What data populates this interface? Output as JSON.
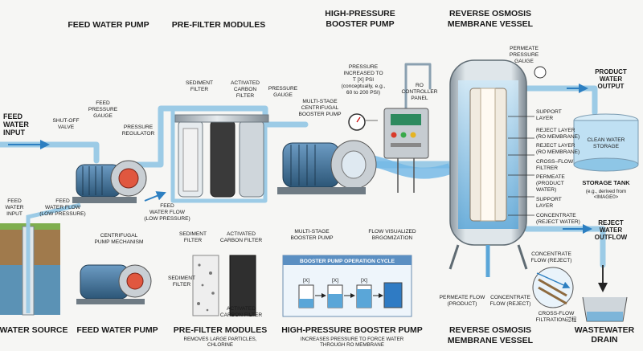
{
  "headers": {
    "feed_water_pump": "FEED WATER PUMP",
    "pre_filter_modules": "PRE-FILTER MODULES",
    "booster_1": "HIGH-PRESSURE",
    "booster_2": "BOOSTER PUMP",
    "ro_1": "REVERSE OSMOSIS",
    "ro_2": "MEMBRANE VESSEL"
  },
  "labels": {
    "feed_water_input": [
      "FEED",
      "WATER",
      "INPUT"
    ],
    "shutoff_valve": [
      "SHUT-OFF",
      "VALVE"
    ],
    "feed_pressure_gauge": [
      "FEED",
      "PRESSURE",
      "GAUGE"
    ],
    "pressure_regulator": [
      "PRESSURE",
      "REGULATOR"
    ],
    "sediment_filter": [
      "SEDIMENT",
      "FILTER"
    ],
    "activated_carbon_filter": [
      "ACTIVATED",
      "CARBON",
      "FILTER"
    ],
    "pressure_gauge": [
      "PRESSURE",
      "GAUGE"
    ],
    "multistage_pump": [
      "MULTI-STAGE",
      "CENTRIFUGAL",
      "BOOSTER PUMP"
    ],
    "pressure_increased": [
      "PRESSURE",
      "INCREASED TO",
      "T [X] PSI",
      "(conceptually, e.g.,",
      "60 to 200 PSI)"
    ],
    "ro_controller": [
      "RO",
      "CONTROLLER",
      "PANEL"
    ],
    "permeate_pressure_gauge": [
      "PERMEATE",
      "PRESSURE",
      "GAUGE"
    ],
    "product_water_output": [
      "PRODUCT",
      "WATER",
      "OUTPUT"
    ],
    "clean_water_storage": [
      "CLEAN WATER",
      "STORAGE"
    ],
    "storage_tank": "STORAGE TANK",
    "storage_tank_note": [
      "(e.g., derived from",
      "<IMAGE0>"
    ],
    "support_layer_1": [
      "SUPPORT",
      "LAYER"
    ],
    "reject_layer_1": [
      "REJECT LAYER",
      "(RO MEMBRANE)"
    ],
    "reject_layer_2": [
      "REJECT LAYER",
      "(RO MEMBRANE)"
    ],
    "crossflow_filter": [
      "CROSS–FLOW",
      "FILTRER"
    ],
    "permeate_product": [
      "PERMEATE",
      "(PRODUCT",
      "WATER)"
    ],
    "support_layer_2": [
      "SUPPORT",
      "LAYER"
    ],
    "concentrate_reject": [
      "CONCENTRATE",
      "(REJECT WATER)"
    ],
    "reject_water_outflow": [
      "REJECT",
      "WATER",
      "OUTFLOW"
    ],
    "concentrate_flow": [
      "CONCENTRATE",
      "FLOW (REJECT)"
    ],
    "crossflow_filtration": [
      "CROSS-FLOW",
      "FILTRATION过程"
    ],
    "permeate_flow": [
      "PERMEATE FLOW",
      "(PRODUCT)"
    ],
    "concentrate_flow_bottom": [
      "CONCENTRATE",
      "FLOW (REJECT)"
    ],
    "feed_water_input_well": [
      "FEED",
      "WATER",
      "INPUT"
    ],
    "feed_water_flow_low": [
      "FEED",
      "WATER FLOW",
      "(LOW PRESSURE)"
    ],
    "centrifugal_mechanism": [
      "CENTRIFUGAL",
      "PUMP MECHANISM"
    ],
    "feed_water_flow_low_2": [
      "FEED",
      "WATER FLOW",
      "(LOW PRESSURE)"
    ],
    "sediment_filter_2": [
      "SEDIMENT",
      "FILTER"
    ],
    "activated_carbon_2": [
      "ACTIVATED",
      "CARBON FILTER"
    ],
    "sediment_filter_3": [
      "SEDIMENT",
      "FILTER"
    ],
    "activated_carbon_3": [
      "ACTIVATED",
      "CARBON FILTER"
    ],
    "multistage_booster_2": [
      "MULTI-STAGE",
      "BOOSTER PUMP"
    ],
    "flow_visualized": [
      "FLOW VISUALIZED",
      "BRGOMIZATION"
    ],
    "booster_cycle": "BOOSTER PUMP OPERATION CYCLE",
    "cycle_x": "[X]",
    "water_source": "WATER SOURCE",
    "wastewater_drain": [
      "WASTEWATER",
      "DRAIN"
    ]
  },
  "bottom": {
    "feed_water_pump": "FEED WATER PUMP",
    "pre_filter_modules": "PRE-FILTER MODULES",
    "pre_filter_note": [
      "REMOVES LARGE PARTICLES,",
      "CHLORINE"
    ],
    "booster": "HIGH-PRESSURE BOOSTER PUMP",
    "booster_note": [
      "INCREASES PRESSURE TO FORCE WATER",
      "THROUGH RO MEMBRANE"
    ],
    "ro_1": "REVERSE OSMOSIS",
    "ro_2": "MEMBRANE VESSEL"
  },
  "colors": {
    "pipe": "#9ccbe6",
    "water": "#5aa6d8",
    "steel": "#b9c2c9",
    "motor": "#3f6f96",
    "carbon": "#3a3a3a",
    "ground": "#7fae4e",
    "soil": "#a07a4c"
  }
}
